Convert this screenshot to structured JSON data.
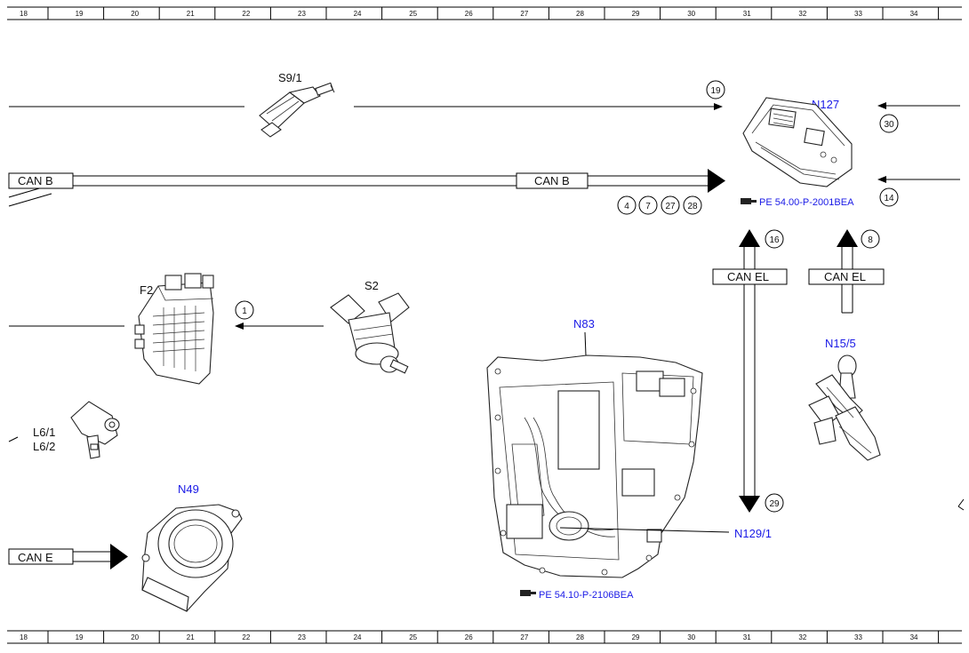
{
  "ruler": {
    "columns": [
      "18",
      "19",
      "20",
      "21",
      "22",
      "23",
      "24",
      "25",
      "26",
      "27",
      "28",
      "29",
      "30",
      "31",
      "32",
      "33",
      "34"
    ]
  },
  "components": {
    "s9_1": "S9/1",
    "n127": "N127",
    "f2": "F2",
    "s2": "S2",
    "l6_1": "L6/1",
    "l6_2": "L6/2",
    "n49": "N49",
    "n83": "N83",
    "n129_1": "N129/1",
    "n15_5": "N15/5"
  },
  "references": {
    "n127_doc": "PE 54.00-P-2001BEA",
    "n83_doc": "PE 54.10-P-2106BEA",
    "pointer_icon": "pointing-hand-icon"
  },
  "buses": {
    "can_b_left": "CAN B",
    "can_b_mid": "CAN B",
    "can_el_1": "CAN EL",
    "can_el_2": "CAN EL",
    "can_e": "CAN E"
  },
  "circled": {
    "c19": "19",
    "c30": "30",
    "c14": "14",
    "c4": "4",
    "c7": "7",
    "c27": "27",
    "c28": "28",
    "c16": "16",
    "c8": "8",
    "c1": "1",
    "c29": "29"
  },
  "colors": {
    "component_label": "#1a1ae6",
    "line": "#000000"
  }
}
